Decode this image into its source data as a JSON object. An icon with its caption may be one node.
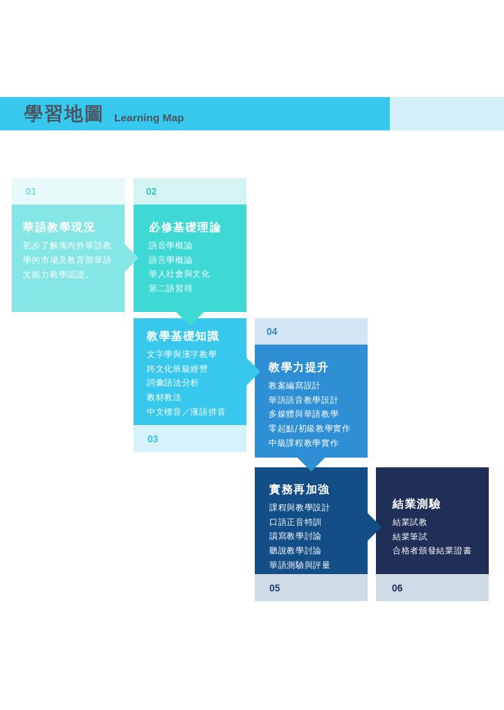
{
  "diagram": {
    "title": "學習地圖",
    "nodes": [
      {
        "text": [
          "01",
          "華語教學現況",
          "初步了解海內外華語教學的市場及教育部華語文能力教學認證。"
        ]
      },
      {
        "text": [
          "02",
          "必修基礎理論",
          "語音學概論",
          "語言學概論",
          "華人社會與文化",
          "第二語習得"
        ]
      },
      {
        "text": [
          "教學基礎知識",
          "文字學與漢字教學",
          "跨文化班級經營",
          "詞彙語法分析",
          "教材教法",
          "中文標音／漢語拼音",
          "03"
        ]
      },
      {
        "text": [
          "04",
          "教學力提升",
          "教案編寫設計",
          "華語語音教學設計",
          "多媒體與華語教學",
          "零起點/初級教學實作",
          "中級課程教學實作"
        ]
      },
      {
        "text": [
          "實務再加強",
          "課程與教學設計",
          "口語正音特訓",
          "讀寫教學討論",
          "聽說教學討論",
          "華語測驗與評量",
          "05"
        ]
      },
      {
        "text": [
          "結業測驗",
          "結業試教",
          "結業筆試",
          "合格者頒發結業證書",
          "06"
        ]
      }
    ],
    "edges": [
      {
        "from": 0,
        "to": 1,
        "arrow": "to",
        "color": "#84e7e6"
      },
      {
        "from": 1,
        "to": 2,
        "arrow": "to",
        "color": "#3ed8d5"
      },
      {
        "from": 2,
        "to": 3,
        "arrow": "to",
        "color": "#38c8ee"
      },
      {
        "from": 3,
        "to": 4,
        "arrow": "to",
        "color": "#2f8fd4"
      },
      {
        "from": 4,
        "to": 5,
        "arrow": "to",
        "color": "#134e86"
      }
    ],
    "labels": [
      "Learning Map"
    ]
  }
}
